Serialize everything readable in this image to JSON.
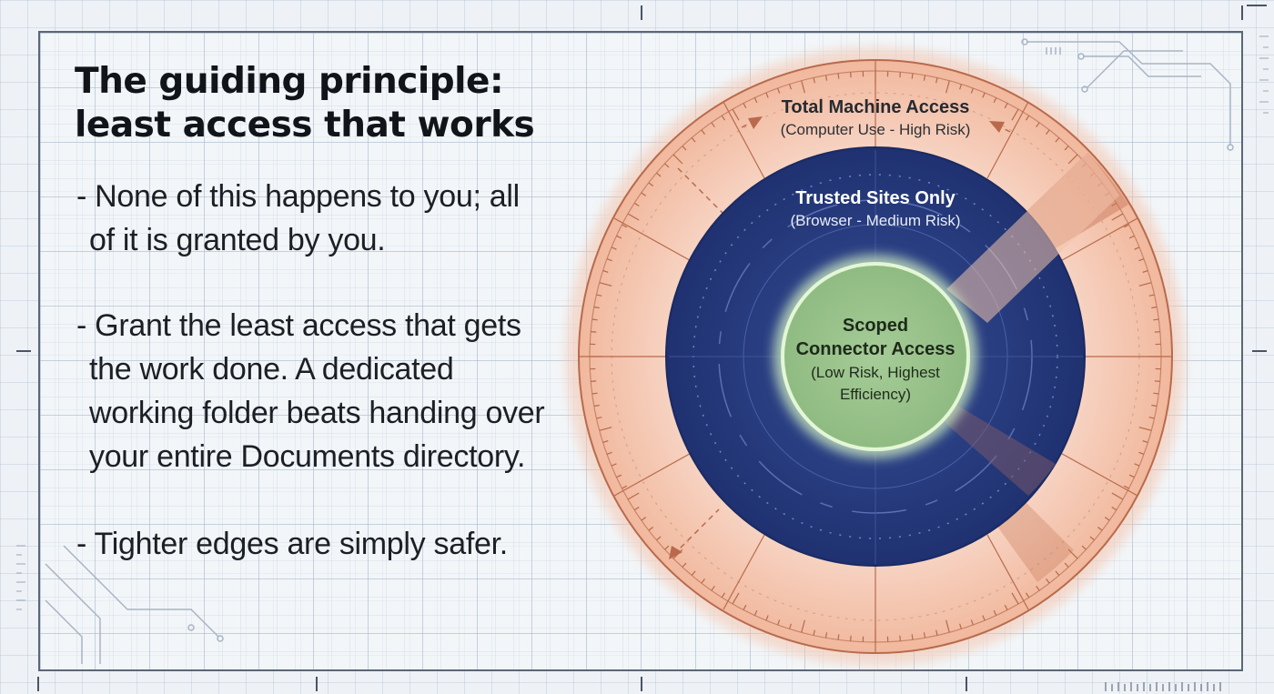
{
  "slide": {
    "title_line1": "The guiding principle:",
    "title_line2": "least access that works",
    "bullets": [
      "- None of this happens to you; all of it is granted by you.",
      "- Grant the least access that gets the work done. A dedicated working folder beats handing over your entire Documents directory.",
      "- Tighter edges are simply safer."
    ]
  },
  "diagram": {
    "outer_ring": {
      "title": "Total Machine Access",
      "subtitle": "(Computer Use - High Risk)",
      "color": "#f5c9b4"
    },
    "middle_ring": {
      "title": "Trusted Sites Only",
      "subtitle": "(Browser - Medium Risk)",
      "color": "#253a7a"
    },
    "inner_circle": {
      "title_line1": "Scoped",
      "title_line2": "Connector Access",
      "subtitle_line1": "(Low Risk, Highest",
      "subtitle_line2": "Efficiency)",
      "color": "#9cc48e"
    },
    "accent_color": "#b96a4c"
  }
}
